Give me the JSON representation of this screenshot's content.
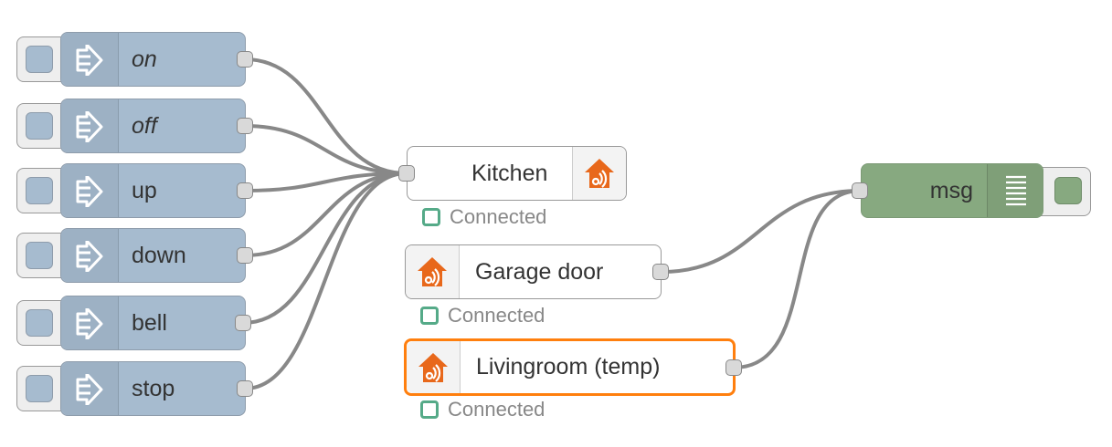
{
  "inject_nodes": [
    {
      "label": "on"
    },
    {
      "label": "off"
    },
    {
      "label": "up"
    },
    {
      "label": "down"
    },
    {
      "label": "bell"
    },
    {
      "label": "stop"
    }
  ],
  "homekit_nodes": [
    {
      "label": "Kitchen",
      "status": "Connected",
      "status_color": "#55aa88"
    },
    {
      "label": "Garage door",
      "status": "Connected",
      "status_color": "#55aa88"
    },
    {
      "label": "Livingroom (temp)",
      "status": "Connected",
      "status_color": "#55aa88",
      "selected": true
    }
  ],
  "debug_node": {
    "label": "msg"
  },
  "colors": {
    "inject": "#a6bbcf",
    "debug": "#87a980",
    "homekit_icon": "#e8681b",
    "selection": "#ff7f0e",
    "wire": "#888888"
  },
  "icons": {
    "inject": "arrow-in-icon",
    "homekit": "homekit-house-icon",
    "debug": "debug-list-icon"
  }
}
